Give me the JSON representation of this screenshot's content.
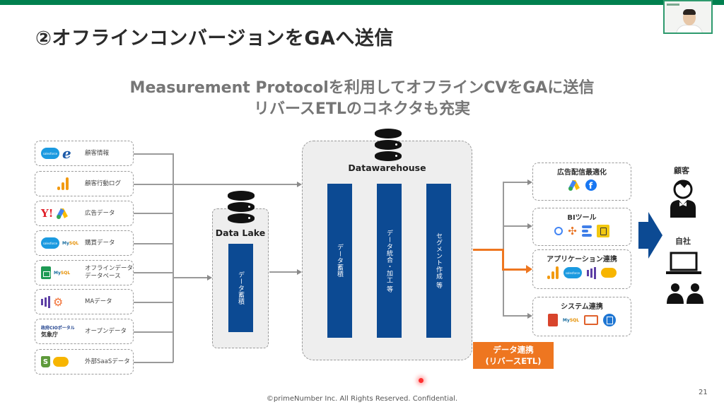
{
  "slide": {
    "title": "②オフラインコンバージョンをGAへ送信",
    "subtitle_line1": "Measurement Protocolを利用してオフラインCVをGAに送信",
    "subtitle_line2": "リバースETLのコネクタも充実",
    "footer": "©primeNumber Inc. All Rights Reserved. Confidential.",
    "page_number": "21"
  },
  "colors": {
    "accent_green": "#00804f",
    "pillar_blue": "#0c4a93",
    "etl_orange": "#ee7620"
  },
  "sources": [
    {
      "label": "顧客情報",
      "icons": [
        "salesforce-icon",
        "eightcard-icon"
      ]
    },
    {
      "label": "顧客行動ログ",
      "icons": [
        "google-analytics-icon"
      ]
    },
    {
      "label": "広告データ",
      "icons": [
        "yahoo-icon",
        "google-ads-icon"
      ]
    },
    {
      "label": "購買データ",
      "icons": [
        "salesforce-icon",
        "mysql-icon"
      ]
    },
    {
      "label": "オフラインデータ\nデータベース",
      "label_line1": "オフラインデータ",
      "label_line2": "データベース",
      "icons": [
        "google-sheets-icon",
        "mysql-icon"
      ]
    },
    {
      "label": "MAデータ",
      "icons": [
        "marketo-icon",
        "hubspot-icon"
      ]
    },
    {
      "label": "オープンデータ",
      "icons": [
        "gov-cio-portal-icon",
        "jma-icon"
      ],
      "gov_text": "政府CIOポータル",
      "jma_text": "気象庁"
    },
    {
      "label": "外部SaaSデータ",
      "icons": [
        "shopify-icon",
        "cloud-icon"
      ]
    }
  ],
  "data_lake": {
    "title": "Data Lake",
    "pillar": "データ蓄積"
  },
  "dwh": {
    "title": "Datawarehouse",
    "pillars": [
      "データ蓄積",
      "データ統合・加工 等",
      "セグメント作成 等"
    ]
  },
  "destinations": [
    {
      "title": "広告配信最適化",
      "icons": [
        "google-ads-icon",
        "facebook-icon"
      ]
    },
    {
      "title": "BIツール",
      "icons": [
        "looker-icon",
        "tableau-icon",
        "data-studio-icon",
        "power-bi-icon"
      ]
    },
    {
      "title": "アプリケーション連携",
      "icons": [
        "google-analytics-icon",
        "salesforce-icon",
        "marketo-icon",
        "cloud-icon"
      ]
    },
    {
      "title": "システム連携",
      "icons": [
        "amazon-s3-icon",
        "mysql-icon",
        "folder-icon",
        "azure-blob-icon"
      ]
    }
  ],
  "etl_badge": {
    "line1": "データ連携",
    "line2": "(リバースETL)"
  },
  "actors": {
    "customer": "顧客",
    "company": "自社"
  },
  "icon_text": {
    "salesforce": "salesforce",
    "mysql_my": "My",
    "mysql_sql": "SQL",
    "yahoo": "Y!",
    "eight": "e",
    "hubspot": "⚙",
    "shopify": "S",
    "facebook": "f",
    "tableau": "✣"
  }
}
